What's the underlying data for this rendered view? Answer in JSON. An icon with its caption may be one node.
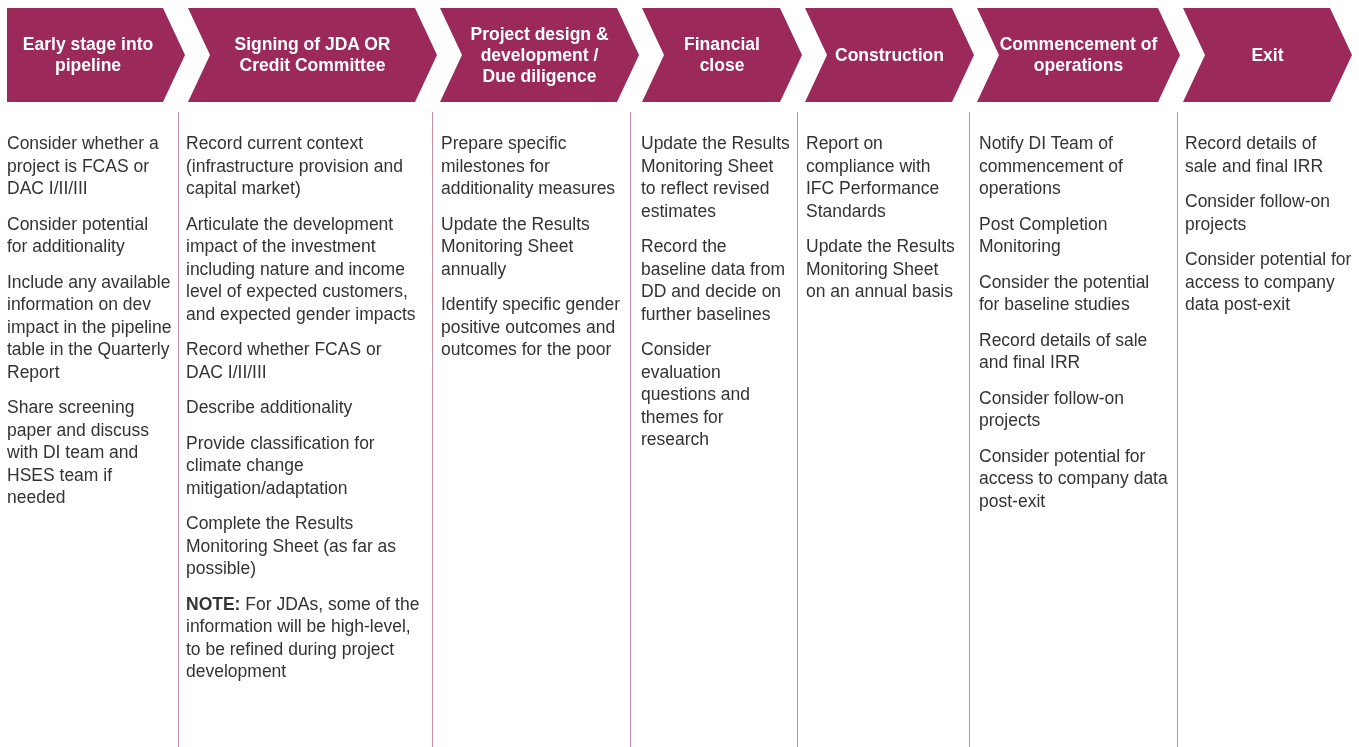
{
  "diagram": {
    "nodes": [
      {
        "text": [
          "Early stage into pipeline"
        ],
        "beside": [
          "Consider whether a project is FCAS or DAC I/II/III",
          "Consider potential for additionality",
          "Include any available information on dev impact in the pipeline table in the Quarterly Report",
          "Share screening paper and discuss with DI team and HSES team if needed"
        ]
      },
      {
        "text": [
          "Signing of JDA OR Credit Committee"
        ],
        "beside": [
          "Record current context (infrastructure provision and capital market)",
          "Articulate the development impact of the investment including nature and income level of expected customers, and expected gender impacts",
          "Record whether FCAS or DAC I/II/III",
          "Describe additionality",
          "Provide classification for climate change mitigation/adaptation",
          "Complete the Results Monitoring Sheet (as far as possible)",
          "**NOTE:** For JDAs, some of the information will be high-level, to be refined during project development"
        ]
      },
      {
        "text": [
          "Project design & development / Due diligence"
        ],
        "beside": [
          "Prepare specific milestones for additionality measures",
          "Update the Results Monitoring Sheet annually",
          "Identify specific gender positive outcomes and outcomes for the poor"
        ]
      },
      {
        "text": [
          "Financial close"
        ],
        "beside": [
          "Update the Results Monitoring Sheet to reflect revised estimates",
          "Record the baseline data from DD and decide on further baselines",
          "Consider evaluation questions and themes for research"
        ]
      },
      {
        "text": [
          "Construction"
        ],
        "beside": [
          "Report on compliance with IFC Performance Standards",
          "Update the Results Monitoring Sheet on an annual basis"
        ]
      },
      {
        "text": [
          "Commencement of operations"
        ],
        "beside": [
          "Notify DI Team of commencement of operations",
          "Post Completion Monitoring",
          "Consider the potential for baseline studies",
          "Record details of sale and final IRR",
          "Consider follow-on projects",
          "Consider potential for access to company data post-exit"
        ]
      },
      {
        "text": [
          "Exit"
        ],
        "beside": [
          "Record details of sale and final IRR",
          "Consider follow-on projects",
          "Consider potential for access to company data post-exit"
        ]
      }
    ],
    "edges": []
  }
}
